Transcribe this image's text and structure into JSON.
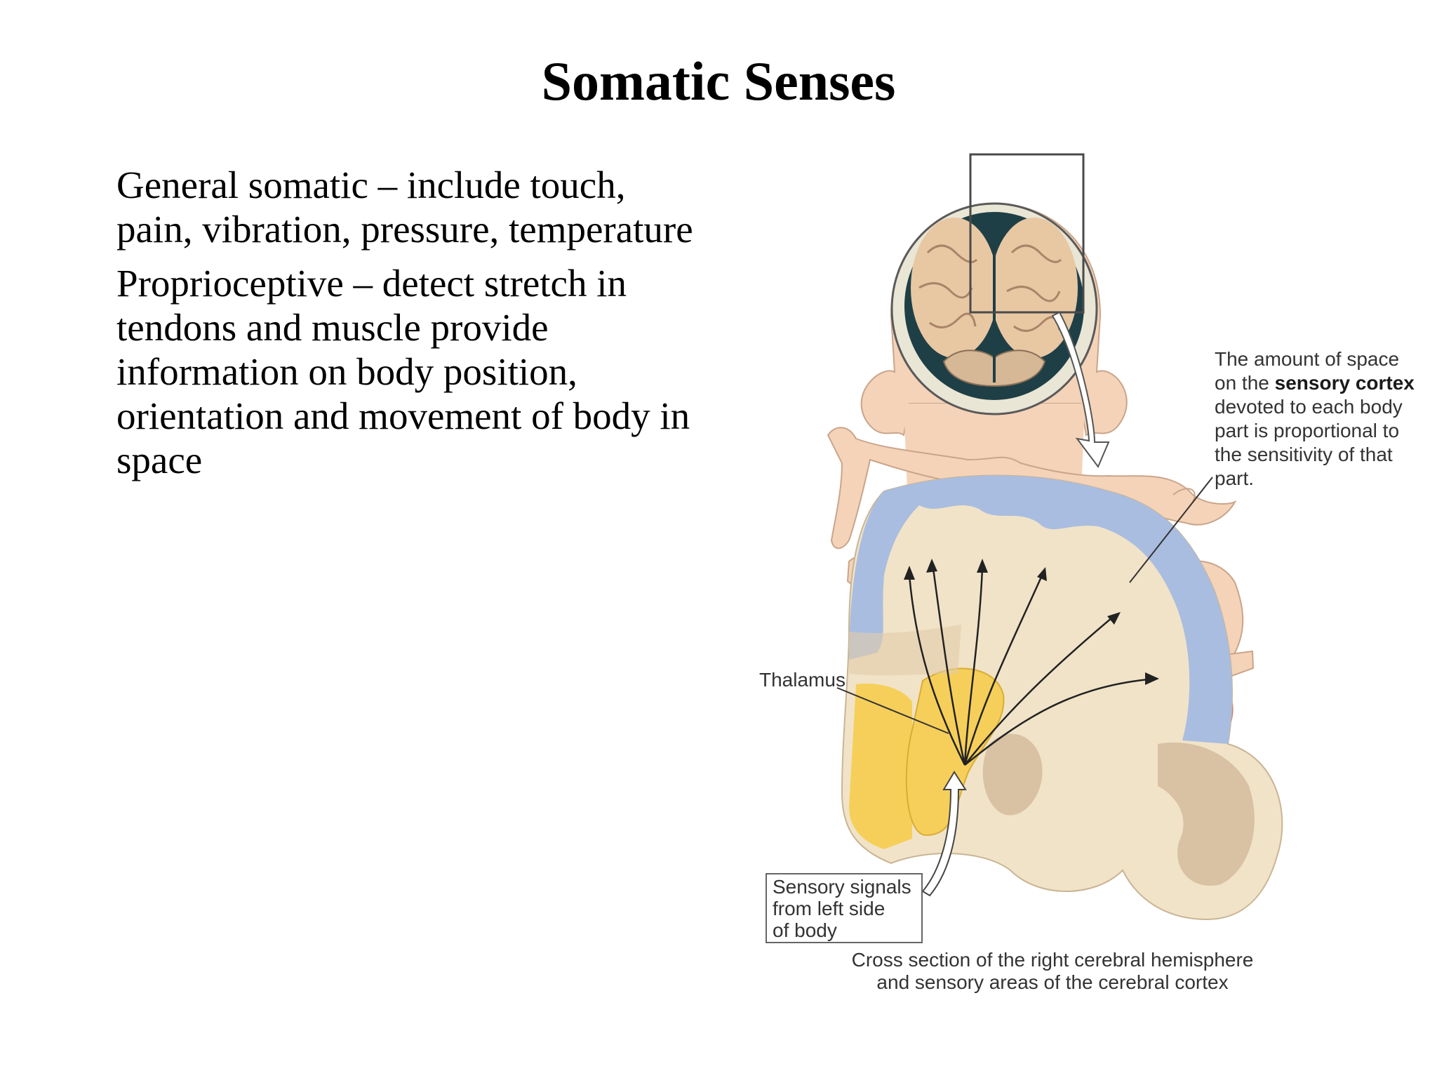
{
  "slide": {
    "title": "Somatic Senses",
    "bullets": [
      "General somatic – include touch,\npain, vibration, pressure, temperature",
      "Proprioceptive – detect stretch in\ntendons and muscle provide\ninformation on body position,\norientation and movement of body in\nspace"
    ]
  },
  "figure": {
    "note_prefix": "The amount of space\non the ",
    "note_bold": "sensory cortex",
    "note_suffix": "\ndevoted to each body\npart is proportional to\nthe sensitivity of that\npart.",
    "thalamus_label": "Thalamus",
    "signals_label": "Sensory signals\nfrom left side\nof body",
    "caption": "Cross section of the right cerebral hemisphere\nand sensory areas of the cerebral cortex",
    "colors": {
      "cortex": "#a9bde0",
      "white_matter": "#f1e3c8",
      "thalamus": "#f6cf5a",
      "deep_tissue": "#d9c1a3",
      "skin": "#f5d3b8",
      "brain_surface": "#e8c7a3"
    }
  }
}
